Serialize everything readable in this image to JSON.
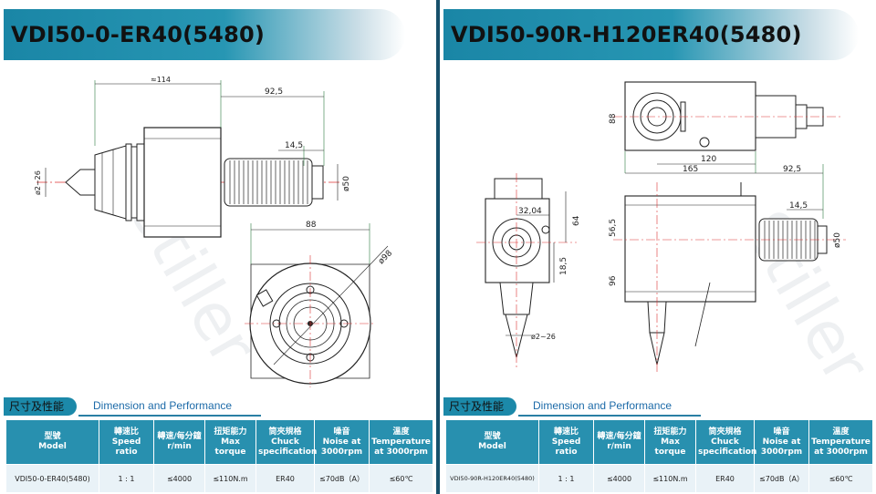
{
  "left": {
    "title": "VDI50-0-ER40(5480)",
    "dims": {
      "overall_len": "≈114",
      "len_92": "92,5",
      "len_14": "14,5",
      "dia_50": "ø50",
      "collet_range": "ø2~26",
      "width_88": "88",
      "dia_98": "ø98"
    },
    "section_cn": "尺寸及性能",
    "section_en": "Dimension and Performance"
  },
  "right": {
    "title": "VDI50-90R-H120ER40(5480)",
    "dims": {
      "h_88": "88",
      "len_120": "120",
      "len_165": "165",
      "len_92": "92,5",
      "len_14": "14,5",
      "dia_50": "ø50",
      "dim_32": "32,04",
      "dim_64": "64",
      "dim_56": "56,5",
      "dim_18": "18,5",
      "dim_96": "96",
      "collet_range": "ø2~26"
    },
    "section_cn": "尺寸及性能",
    "section_en": "Dimension and Performance"
  },
  "table_headers": [
    {
      "cn": "型號",
      "en": "Model"
    },
    {
      "cn": "轉速比",
      "en": "Speed ratio"
    },
    {
      "cn": "轉速/每分鐘",
      "en": "r/min"
    },
    {
      "cn": "扭矩能力",
      "en": "Max torque"
    },
    {
      "cn": "筒夾規格",
      "en": "Chuck specification"
    },
    {
      "cn": "噪音",
      "en": "Noise at 3000rpm"
    },
    {
      "cn": "溫度",
      "en": "Temperature at 3000rpm"
    }
  ],
  "left_row": [
    "VDI50-0-ER40(5480)",
    "1 : 1",
    "≤4000",
    "≤110N.m",
    "ER40",
    "≤70dB（A）",
    "≤60℃"
  ],
  "right_row": [
    "VDI50-90R-H120ER40(5480)",
    "1 : 1",
    "≤4000",
    "≤110N.m",
    "ER40",
    "≤70dB（A）",
    "≤60℃"
  ],
  "watermark": "Stiller"
}
